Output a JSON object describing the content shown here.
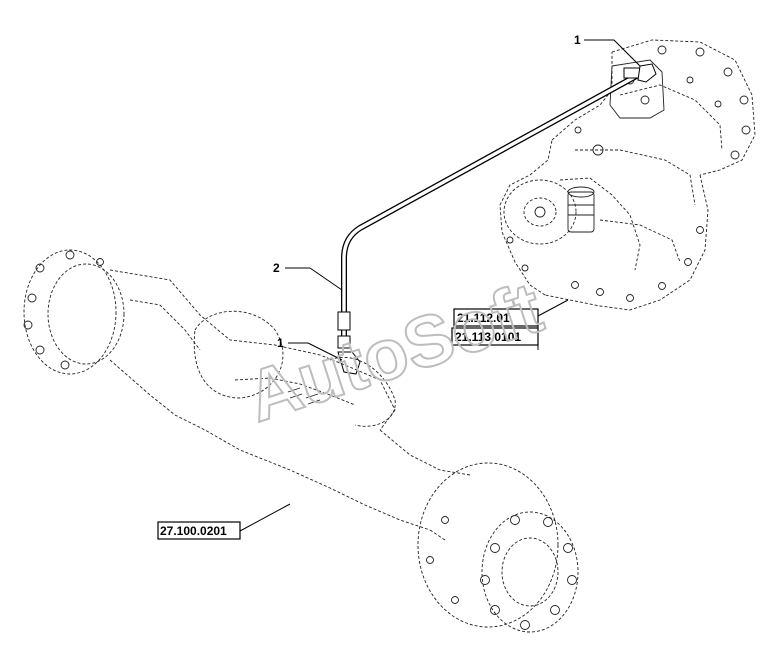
{
  "callouts": {
    "item1_top": "1",
    "item2": "2",
    "item1_bottom": "1"
  },
  "references": {
    "ref_a": "21.112.01",
    "ref_b": "21.113.0101",
    "ref_c": "27.100.0201"
  },
  "watermark": "AutoSoft"
}
